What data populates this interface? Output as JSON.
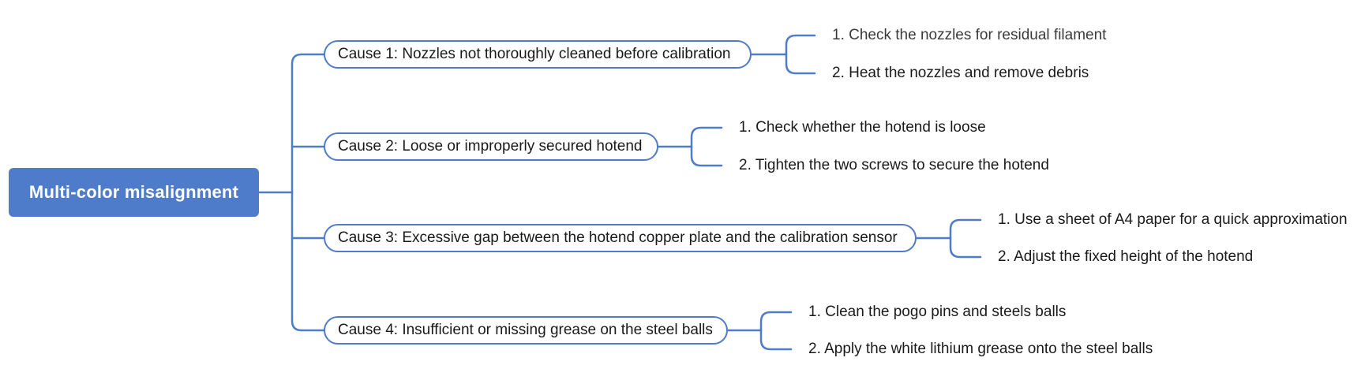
{
  "root": {
    "label": "Multi-color misalignment"
  },
  "colors": {
    "accent": "#4f7bcb",
    "text": "#1a1a1a",
    "background": "#ffffff"
  },
  "causes": [
    {
      "label": "Cause 1: Nozzles not thoroughly cleaned before calibration",
      "steps": [
        "1. Check the nozzles for residual filament",
        "2. Heat the nozzles and remove debris"
      ]
    },
    {
      "label": "Cause 2: Loose or improperly secured hotend",
      "steps": [
        "1. Check whether the hotend is loose",
        "2. Tighten the two screws to secure the hotend"
      ]
    },
    {
      "label": "Cause 3: Excessive gap between the hotend copper plate and the calibration sensor",
      "steps": [
        "1. Use a sheet of A4 paper for a quick approximation",
        "2. Adjust the fixed height of the hotend"
      ]
    },
    {
      "label": "Cause 4: Insufficient or missing grease on the steel balls",
      "steps": [
        "1. Clean the pogo pins and steels balls",
        "2. Apply the white lithium grease onto the steel balls"
      ]
    }
  ]
}
